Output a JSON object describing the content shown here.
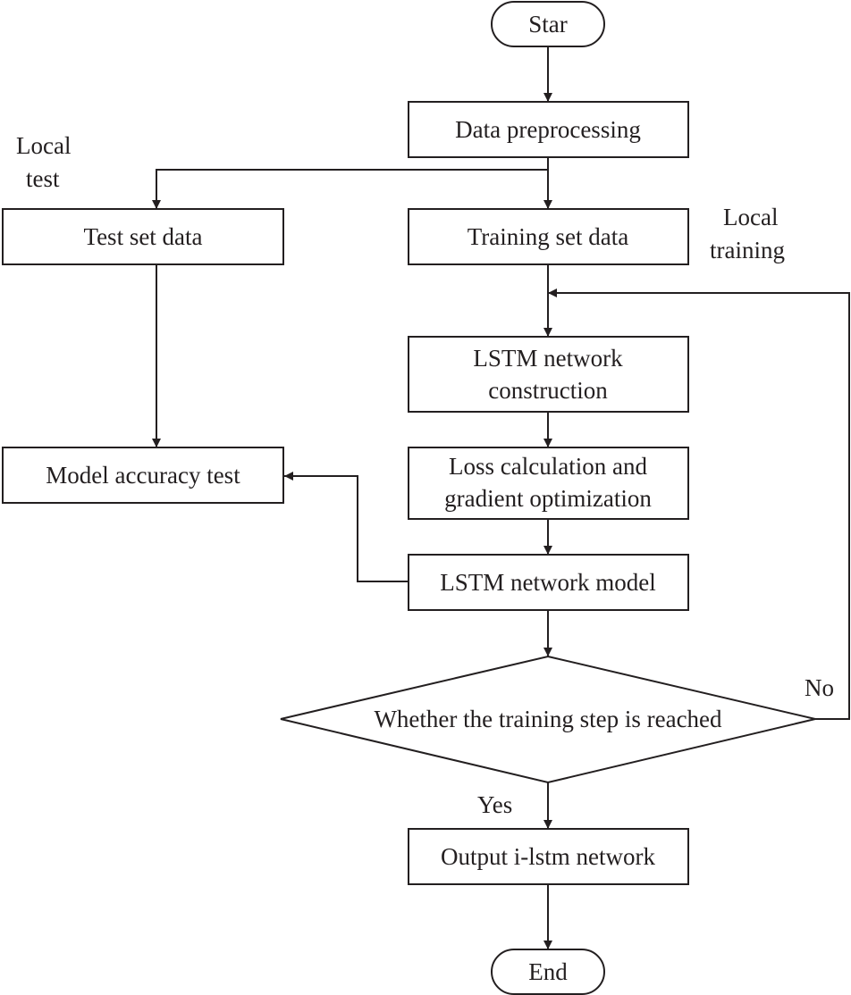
{
  "nodes": {
    "start": "Star",
    "preprocess": "Data preprocessing",
    "test_set": "Test set data",
    "training_set": "Training set data",
    "lstm_construction": [
      "LSTM network",
      "construction"
    ],
    "loss_calc": [
      "Loss calculation and",
      "gradient optimization"
    ],
    "model_accuracy": "Model accuracy test",
    "lstm_model": "LSTM network model",
    "decision": "Whether the training step is reached",
    "output": "Output i-lstm network",
    "end": "End"
  },
  "annotations": {
    "local_test": [
      "Local",
      "test"
    ],
    "local_training": [
      "Local",
      "training"
    ],
    "no": "No",
    "yes": "Yes"
  }
}
